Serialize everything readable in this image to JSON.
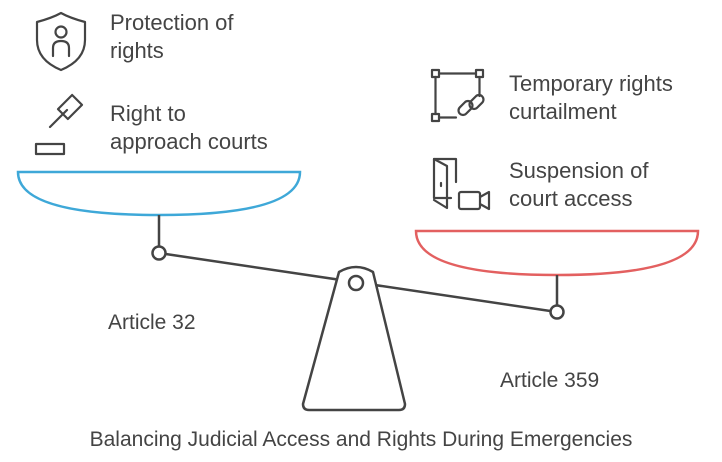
{
  "left_pan": {
    "items": [
      {
        "icon": "shield-person-icon",
        "lines": [
          "Protection of",
          "rights"
        ]
      },
      {
        "icon": "gavel-icon",
        "lines": [
          "Right to",
          "approach courts"
        ]
      }
    ],
    "label": "Article 32",
    "color": "#3ea8d8"
  },
  "right_pan": {
    "items": [
      {
        "icon": "square-link-icon",
        "lines": [
          "Temporary rights",
          "curtailment"
        ]
      },
      {
        "icon": "door-camera-icon",
        "lines": [
          "Suspension of",
          "court access"
        ]
      }
    ],
    "label": "Article 359",
    "color": "#e36060"
  },
  "caption": "Balancing Judicial Access and Rights During Emergencies",
  "stroke_color": "#444444"
}
